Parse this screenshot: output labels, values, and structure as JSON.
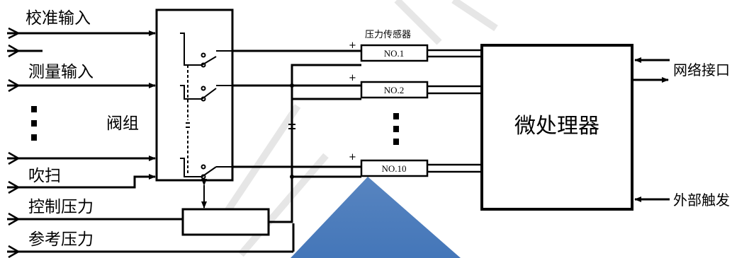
{
  "inputs": {
    "calibration": "校准输入",
    "measurement": "测量输入",
    "purge": "吹扫",
    "control_pressure": "控制压力",
    "reference_pressure": "参考压力"
  },
  "valve_group": "阀组",
  "sensor_title": "压力传感器",
  "sensors": [
    "NO.1",
    "NO.2",
    "NO.10"
  ],
  "plus": "+",
  "minus": "—",
  "processor": "微处理器",
  "network_interface": "网络接口",
  "external_trigger": "外部触发",
  "watermark_color": "#3a6fb5"
}
